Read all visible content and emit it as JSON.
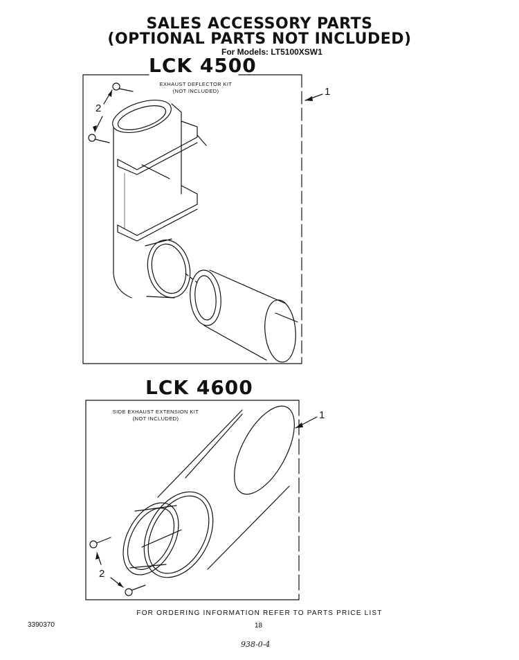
{
  "header": {
    "title_line1": "SALES ACCESSORY PARTS",
    "title_line2": "(OPTIONAL PARTS NOT INCLUDED)",
    "models": "For Models: LT5100XSW1"
  },
  "kits": [
    {
      "code": "LCK 4500",
      "label_line1": "EXHAUST DEFLECTOR KIT",
      "label_line2": "(NOT INCLUDED)"
    },
    {
      "code": "LCK 4600",
      "label_line1": "SIDE EXHAUST EXTENSION KIT",
      "label_line2": "(NOT INCLUDED)"
    }
  ],
  "callouts": {
    "kit1_part": "1",
    "kit1_screw": "2",
    "kit2_part": "1",
    "kit2_screw": "2"
  },
  "footer": {
    "ordering": "FOR ORDERING INFORMATION REFER TO PARTS PRICE LIST",
    "doc_number": "3390370",
    "page": "18",
    "handwritten": "938-0-4"
  }
}
